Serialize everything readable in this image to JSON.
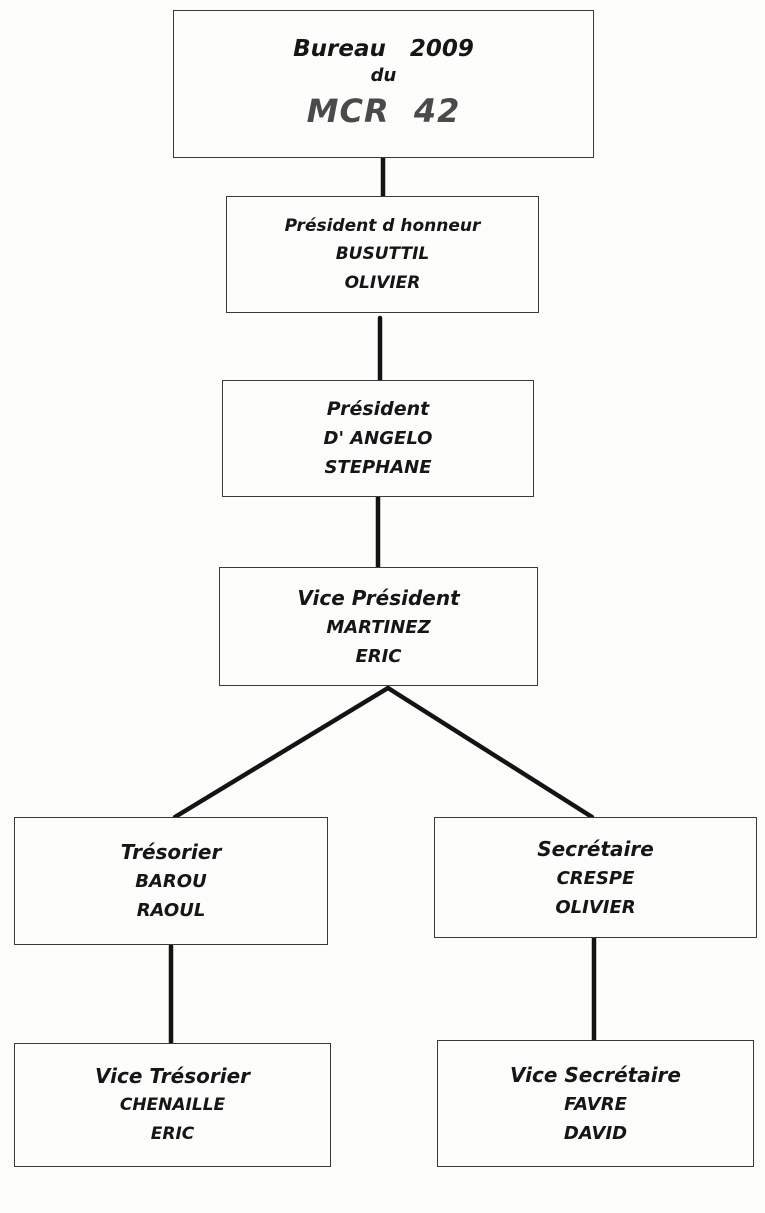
{
  "title_box": {
    "line1": "Bureau   2009",
    "line2": "du",
    "line3": "MCR  42"
  },
  "honorary_president": {
    "role": "Président d honneur",
    "last_name": "BUSUTTIL",
    "first_name": "OLIVIER"
  },
  "president": {
    "role": "Président",
    "last_name": "D' ANGELO",
    "first_name": "STEPHANE"
  },
  "vice_president": {
    "role": "Vice Président",
    "last_name": "MARTINEZ",
    "first_name": "ERIC"
  },
  "treasurer": {
    "role": "Trésorier",
    "last_name": "BAROU",
    "first_name": "RAOUL"
  },
  "secretary": {
    "role": "Secrétaire",
    "last_name": "CRESPE",
    "first_name": "OLIVIER"
  },
  "vice_treasurer": {
    "role": "Vice Trésorier",
    "last_name": "CHENAILLE",
    "first_name": "ERIC"
  },
  "vice_secretary": {
    "role": "Vice Secrétaire",
    "last_name": "FAVRE",
    "first_name": "DAVID"
  }
}
